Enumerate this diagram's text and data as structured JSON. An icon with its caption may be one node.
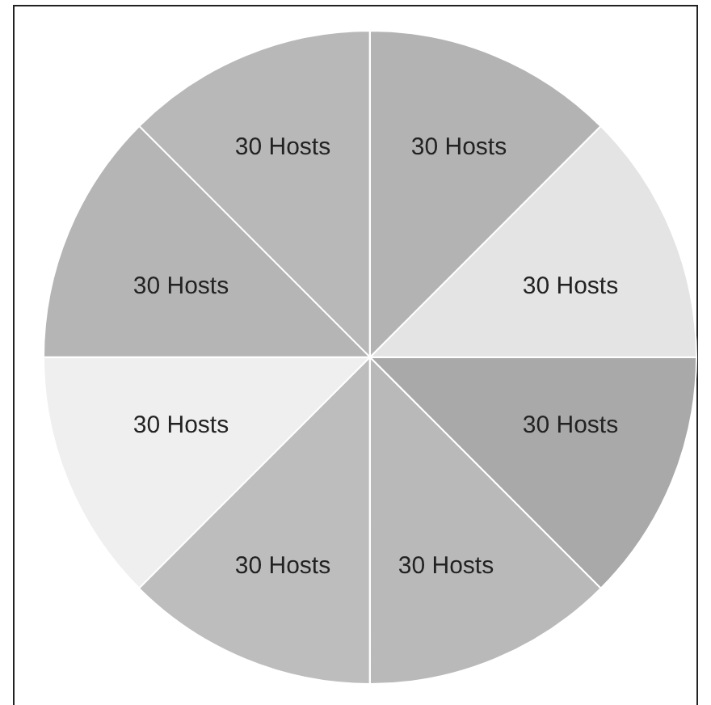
{
  "diagram": {
    "nodes": [
      {
        "text": [
          "30 Hosts"
        ]
      },
      {
        "text": [
          "30 Hosts"
        ]
      },
      {
        "text": [
          "30 Hosts"
        ]
      },
      {
        "text": [
          "30 Hosts"
        ]
      },
      {
        "text": [
          "30 Hosts"
        ]
      },
      {
        "text": [
          "30 Hosts"
        ]
      },
      {
        "text": [
          "30 Hosts"
        ]
      },
      {
        "text": [
          "30 Hosts"
        ]
      }
    ]
  }
}
